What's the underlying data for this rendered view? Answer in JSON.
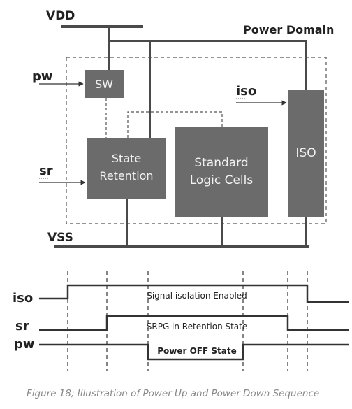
{
  "diagram": {
    "vdd": "VDD",
    "vss": "VSS",
    "power_domain": "Power Domain",
    "inputs": {
      "pw": "pw",
      "sr": "sr",
      "iso": "iso"
    },
    "blocks": {
      "sw": "SW",
      "state_retention": [
        "State",
        "Retention"
      ],
      "standard_logic": [
        "Standard",
        "Logic Cells"
      ],
      "iso": "ISO"
    }
  },
  "timing": {
    "signals": {
      "iso": "iso",
      "sr": "sr",
      "pw": "pw"
    },
    "labels": {
      "iso": "Signal isolation Enabled",
      "sr": "SRPG in Retention State",
      "pw": "Power OFF State"
    }
  },
  "caption": "Figure 18; Illustration of Power Up and Power Down Sequence",
  "colors": {
    "block": "#6b6b6b",
    "wire": "#4a4a4a",
    "dashed": "#555555",
    "caption": "#888888"
  }
}
